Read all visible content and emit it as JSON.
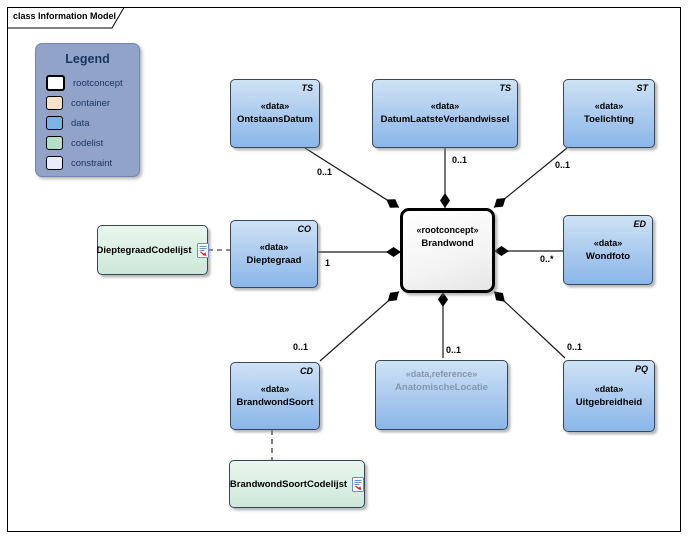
{
  "frame": {
    "label": "class Information Model"
  },
  "legend": {
    "title": "Legend",
    "items": [
      {
        "label": "rootconcept",
        "color": "#ffffff"
      },
      {
        "label": "container",
        "color": "#f8e1cb"
      },
      {
        "label": "data",
        "color": "#7cb3e6"
      },
      {
        "label": "codelist",
        "color": "#b3dfc9"
      },
      {
        "label": "constraint",
        "color": "#e9ecfa"
      }
    ]
  },
  "nodes": {
    "ontstaansdatum": {
      "stereotype": "«data»",
      "name": "OntstaansDatum",
      "type_code": "TS"
    },
    "datumlaatsteverbandwissel": {
      "stereotype": "«data»",
      "name": "DatumLaatsteVerbandwissel",
      "type_code": "TS"
    },
    "toelichting": {
      "stereotype": "«data»",
      "name": "Toelichting",
      "type_code": "ST"
    },
    "dieptegraadcodelijst": {
      "name": "DieptegraadCodelijst"
    },
    "dieptegraad": {
      "stereotype": "«data»",
      "name": "Dieptegraad",
      "type_code": "CO"
    },
    "brandwond": {
      "stereotype": "«rootconcept»",
      "name": "Brandwond"
    },
    "wondfoto": {
      "stereotype": "«data»",
      "name": "Wondfoto",
      "type_code": "ED"
    },
    "brandwondsoort": {
      "stereotype": "«data»",
      "name": "BrandwondSoort",
      "type_code": "CD"
    },
    "anatomischelocatie": {
      "stereotype": "«data,reference»",
      "name": "AnatomischeLocatie"
    },
    "uitgebreidheid": {
      "stereotype": "«data»",
      "name": "Uitgebreidheid",
      "type_code": "PQ"
    },
    "brandwondsoortcodelijst": {
      "name": "BrandwondSoortCodelijst"
    }
  },
  "multiplicities": {
    "ontstaansdatum": "0..1",
    "datumlaatsteverbandwissel": "0..1",
    "toelichting": "0..1",
    "dieptegraad": "1",
    "wondfoto": "0..*",
    "brandwondsoort": "0..1",
    "anatomischelocatie": "0..1",
    "uitgebreidheid": "0..1"
  },
  "colors": {
    "data_fill_top": "#cfe2f5",
    "data_fill_bottom": "#8ab7e9",
    "codelist_fill_top": "#eaf6ef",
    "codelist_fill_bottom": "#cde8da",
    "rootconcept_fill": "#ffffff",
    "node_border": "#37475a",
    "rootconcept_border": "#000000",
    "legend_bg": "#92a3ca",
    "legend_text": "#17365d",
    "reference_text": "#8497ad",
    "line": "#1a1a1a"
  }
}
